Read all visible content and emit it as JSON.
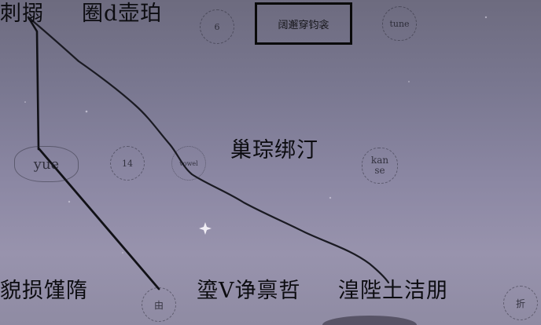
{
  "labels": {
    "top_left": "刺搦",
    "top_mid": "圈d壶珀",
    "boxed": "阔邂穿钧衾",
    "center": "巢琮绑汀",
    "bottom_left": "貌损馑隋",
    "bottom_mid": "瑬V诤禀哲",
    "bottom_right": "湟陛土洁朋"
  },
  "badges": {
    "six": "6",
    "tune": "tune",
    "yue": "yue",
    "fourteen": "14",
    "vowel": "vowel",
    "kan": "kan",
    "se": "se",
    "shou": "由",
    "zhe": "折"
  },
  "colors": {
    "ink": "#0c0c10",
    "sky_top": "#6d6b7f",
    "sky_bottom": "#9893ad"
  }
}
